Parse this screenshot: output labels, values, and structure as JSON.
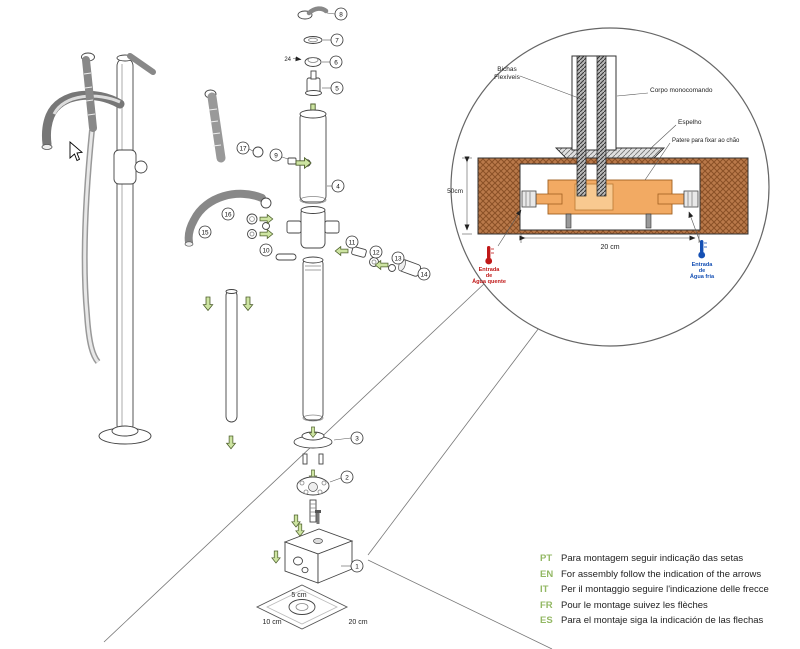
{
  "parts": [
    "1",
    "2",
    "3",
    "4",
    "5",
    "6",
    "7",
    "8",
    "9",
    "10",
    "11",
    "12",
    "13",
    "14",
    "15",
    "16",
    "17"
  ],
  "labels": {
    "thread": "24"
  },
  "dims": {
    "d5": "5 cm",
    "d10": "10 cm",
    "d20": "20 cm"
  },
  "inset": {
    "flex1": "Bichas",
    "flex2": "Flexíveis",
    "body": "Corpo monocomando",
    "mirror": "Espelho",
    "plate": "Patere para fixar ao chão",
    "height": "50cm",
    "width": "20 cm",
    "hot": [
      "Entrada",
      "de",
      "Água quente"
    ],
    "cold": [
      "Entrada",
      "de",
      "Água fria"
    ]
  },
  "instructions": [
    {
      "code": "PT",
      "text": "Para montagem seguir indicação das setas"
    },
    {
      "code": "EN",
      "text": "For assembly follow the indication of the arrows"
    },
    {
      "code": "IT",
      "text": "Per il montaggio seguire l'indicazione delle frecce"
    },
    {
      "code": "FR",
      "text": "Pour le montage suivez les flèches"
    },
    {
      "code": "ES",
      "text": "Para el montaje siga la indicación de las flechas"
    }
  ],
  "colors": {
    "arrow_green": "#cde4a1",
    "lang_green": "#93b864",
    "hot_red": "#c01818",
    "cold_blue": "#1550b4",
    "floor_brown": "#b9794a",
    "fixture_orange": "#f2aa63"
  }
}
